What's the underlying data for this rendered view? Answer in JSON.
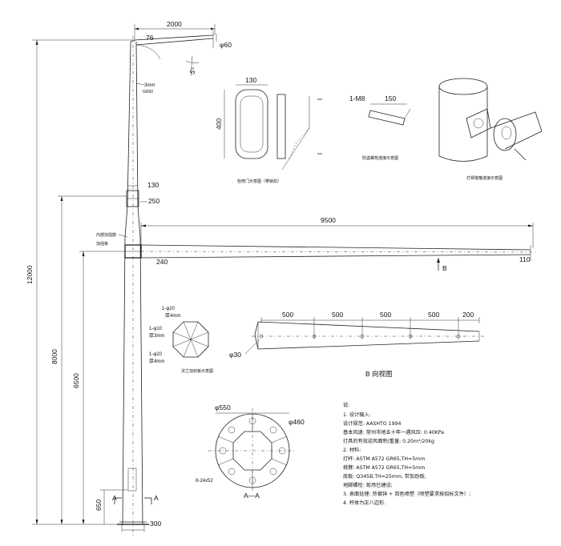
{
  "dims": {
    "arm_top_length": "2000",
    "arm_top_offset": "76",
    "lamp_dia_top": "φ60",
    "angle_label": "5°",
    "pole_top_note": "3mm",
    "pole_top_note2": "GR50",
    "width_130_top": "130",
    "height_400": "400",
    "bracket_len_150": "150",
    "bracket_label": "1-M8",
    "total_height": "12000",
    "height_8000": "8000",
    "height_6500": "6500",
    "height_650": "650",
    "cut_label_left": "A",
    "cut_label_right": "A",
    "base_300": "300",
    "pole_mid_130": "130",
    "pole_mid_250": "250",
    "arm_length_9500": "9500",
    "arm_end_110": "110",
    "arm_root_240": "240",
    "view_b_marker": "B",
    "rod_seg_1": "500",
    "rod_seg_2": "500",
    "rod_seg_3": "500",
    "rod_seg_4": "500",
    "rod_seg_end": "200",
    "rod_hole": "φ30",
    "flange_outer": "φ550",
    "flange_pcd": "φ460",
    "flange_bolts": "8-24x52",
    "plate_a": "1-φ20",
    "plate_a2": "厚4mm",
    "plate_b": "1-φ10",
    "plate_b2": "厚3mm",
    "plate_c": "1-φ20",
    "plate_c2": "厚4mm"
  },
  "captions": {
    "door_caption": "检修门示意图（带锁扣）",
    "bracket_caption": "防盗螺栓连接示意图",
    "clamp_caption": "灯臂抱箍连接示意图",
    "plate_caption": "法兰加劲板示意图",
    "view_b": "B 向视图",
    "section_aa": "A—A",
    "pole_side_note": "内部加强筋",
    "pole_side_note2": "加强板"
  },
  "notes": {
    "heading": "说:",
    "lines": [
      "1. 设计输入:",
      "   设计规范: AASHTO 1994",
      "   基本风速: 常州市地五十年一遇风压: 0.40KPa",
      "   灯具的有效迎风面积/重量: 0.20m²/20kg",
      "2. 材料:",
      "   灯杆: ASTM A572 GR65,TH=5mm",
      "   挑臂: ASTM A572 GR65,TH=5mm",
      "   底板: Q345B,TH=25mm, 带加劲板;",
      "   地脚螺栓: 现场已建设;",
      "3. 表面处理: 热镀锌 + 双色喷塑（喷塑要求按招标文件）;",
      "4. 杆体为正八边形."
    ]
  }
}
